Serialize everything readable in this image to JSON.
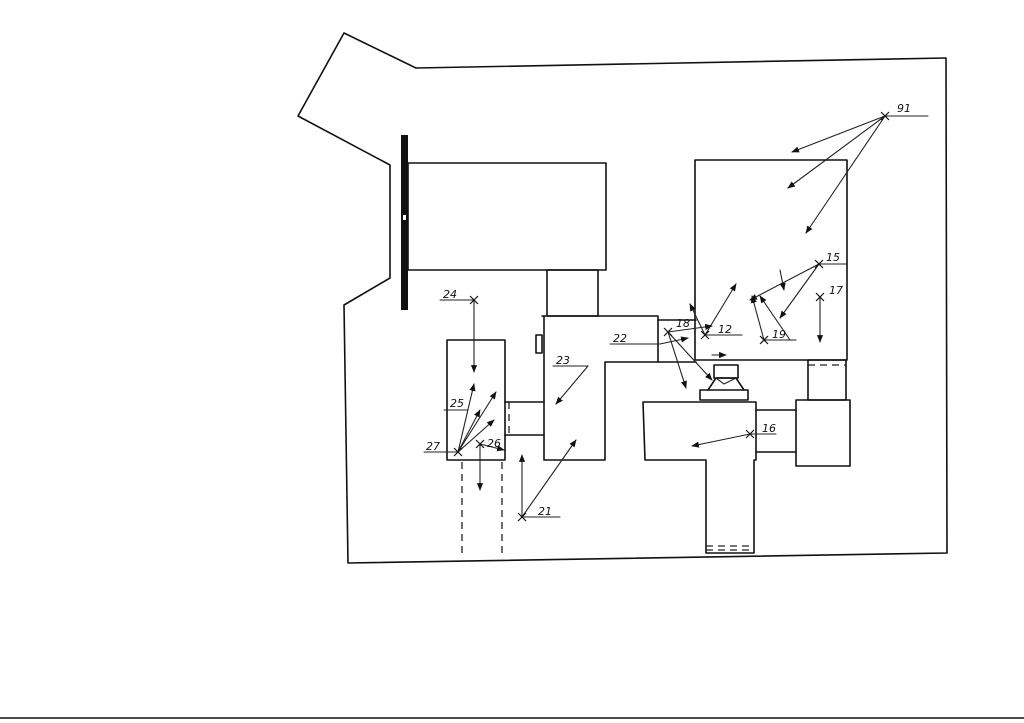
{
  "labels": {
    "l91": "91",
    "l15": "15",
    "l17": "17",
    "l18": "18",
    "l19": "19",
    "l12": "12",
    "l22": "22",
    "l23": "23",
    "l24": "24",
    "l25": "25",
    "l26": "26",
    "l27": "27",
    "l21": "21",
    "l16": "16"
  }
}
